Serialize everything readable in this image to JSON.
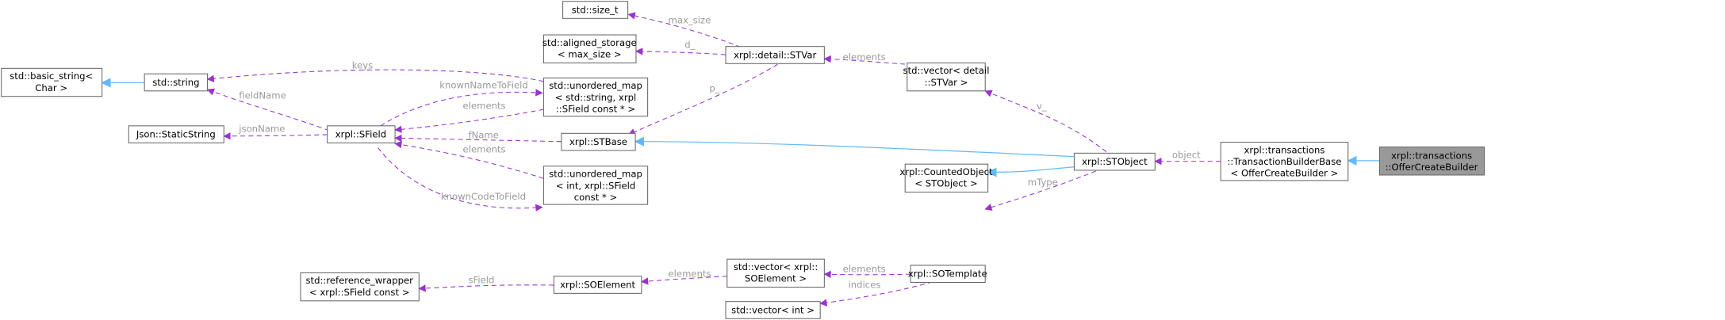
{
  "colors": {
    "usage_edge": "#9a32cd",
    "inheritance_edge": "#63b8ff",
    "focus_node_fill": "#999999",
    "node_border": "#666666",
    "edge_label": "#9a9a9a"
  },
  "nodes": {
    "offer_create_builder": [
      "xrpl::transactions",
      "::OfferCreateBuilder"
    ],
    "transaction_builder_base": [
      "xrpl::transactions",
      "::TransactionBuilderBase",
      "< OfferCreateBuilder >"
    ],
    "stobject": [
      "xrpl::STObject"
    ],
    "counted_object": [
      "xrpl::CountedObject",
      "< STObject >"
    ],
    "vector_stvar": [
      "std::vector< detail",
      "::STVar >"
    ],
    "sotemplate": [
      "xrpl::SOTemplate"
    ],
    "stbase": [
      "xrpl::STBase"
    ],
    "stvar": [
      "xrpl::detail::STVar"
    ],
    "size_t": [
      "std::size_t"
    ],
    "aligned_storage": [
      "std::aligned_storage",
      "< max_size >"
    ],
    "sfield": [
      "xrpl::SField"
    ],
    "unordered_map_string": [
      "std::unordered_map",
      "< std::string, xrpl",
      "::SField const * >"
    ],
    "unordered_map_int": [
      "std::unordered_map",
      "< int, xrpl::SField",
      "const * >"
    ],
    "std_string": [
      "std::string"
    ],
    "basic_string": [
      "std::basic_string<",
      "Char >"
    ],
    "static_string": [
      "Json::StaticString"
    ],
    "vector_soelement": [
      "std::vector< xrpl::",
      "SOElement >"
    ],
    "soelement": [
      "xrpl::SOElement"
    ],
    "reference_wrapper": [
      "std::reference_wrapper",
      "< xrpl::SField const >"
    ],
    "vector_int": [
      "std::vector< int >"
    ]
  },
  "edge_labels": {
    "object": "object",
    "v": "v_",
    "mtype": "mType",
    "elements": "elements",
    "p": "p_",
    "d": "d_",
    "max_size": "max_size",
    "fname": "fName",
    "keys": "keys",
    "field_name": "fieldName",
    "known_name_to_field": "knownNameToField",
    "known_code_to_field": "knownCodeToField",
    "json_name": "jsonName",
    "sfield": "sField",
    "indices": "indices"
  }
}
